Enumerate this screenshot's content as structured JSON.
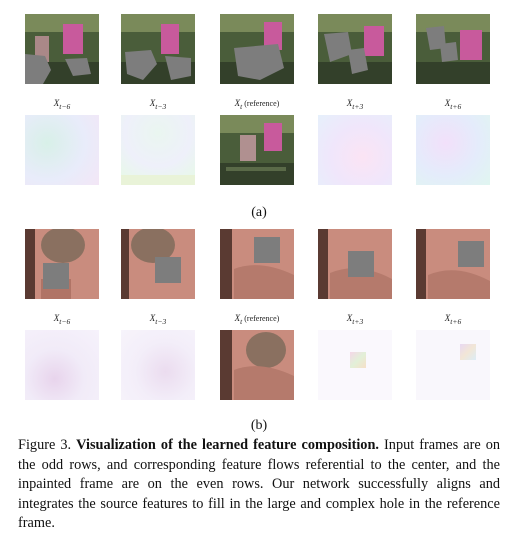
{
  "figure": {
    "panel_a": {
      "subfigure_label": "(a)",
      "frame_labels": [
        {
          "main": "X",
          "sub": "t−6"
        },
        {
          "main": "X",
          "sub": "t−3"
        },
        {
          "main": "X",
          "sub": "t",
          "extra": " (reference)"
        },
        {
          "main": "X",
          "sub": "t+3"
        },
        {
          "main": "X",
          "sub": "t+6"
        }
      ]
    },
    "panel_b": {
      "subfigure_label": "(b)",
      "frame_labels": [
        {
          "main": "X",
          "sub": "t−6"
        },
        {
          "main": "X",
          "sub": "t−3"
        },
        {
          "main": "X",
          "sub": "t",
          "extra": " (reference)"
        },
        {
          "main": "X",
          "sub": "t+3"
        },
        {
          "main": "X",
          "sub": "t+6"
        }
      ]
    },
    "caption": {
      "prefix": "Figure 3.",
      "bold": "Visualization of the learned feature composition.",
      "rest": "Input frames are on the odd rows, and corresponding feature flows referential to the center, and the inpainted frame are on the even rows. Our network successfully aligns and integrates the source features to fill in the large and complex hole in the reference frame."
    },
    "colors": {
      "mask": "#7d7d7d",
      "scene_green": "#3e5a2e",
      "scene_pink": "#d05a9a",
      "skin": "#c98c7e",
      "hamster": "#8a7060"
    }
  }
}
